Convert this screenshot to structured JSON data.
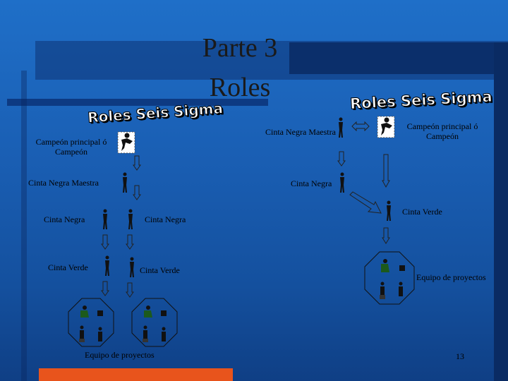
{
  "slide": {
    "title_line1": "Parte   3",
    "title_line2": "Roles",
    "page_number": "13"
  },
  "left_diagram": {
    "heading": "Roles Seis Sigma",
    "champion": "Campeón  principal ó\nCampeón",
    "master_black_belt": "Cinta  Negra  Maestra",
    "black_belt_1": "Cinta Negra",
    "black_belt_2": "Cinta Negra",
    "green_belt_1": "Cinta  Verde",
    "green_belt_2": "Cinta  Verde",
    "project_team": "Equipo de proyectos"
  },
  "right_diagram": {
    "heading": "Roles Seis Sigma",
    "master_black_belt": "Cinta Negra  Maestra",
    "champion": "Campeón  principal ó\nCampeón",
    "black_belt": "Cinta Negra",
    "green_belt": "Cinta  Verde",
    "project_team": "Equipo de proyectos"
  },
  "colors": {
    "background": "#1a5fb4",
    "deco_dark": "#0b2f6b",
    "deco_orange": "#e8541c"
  },
  "icons": [
    "champion-figure-icon",
    "person-figure-icon",
    "team-group-icon",
    "down-arrow-icon",
    "double-arrow-icon"
  ]
}
